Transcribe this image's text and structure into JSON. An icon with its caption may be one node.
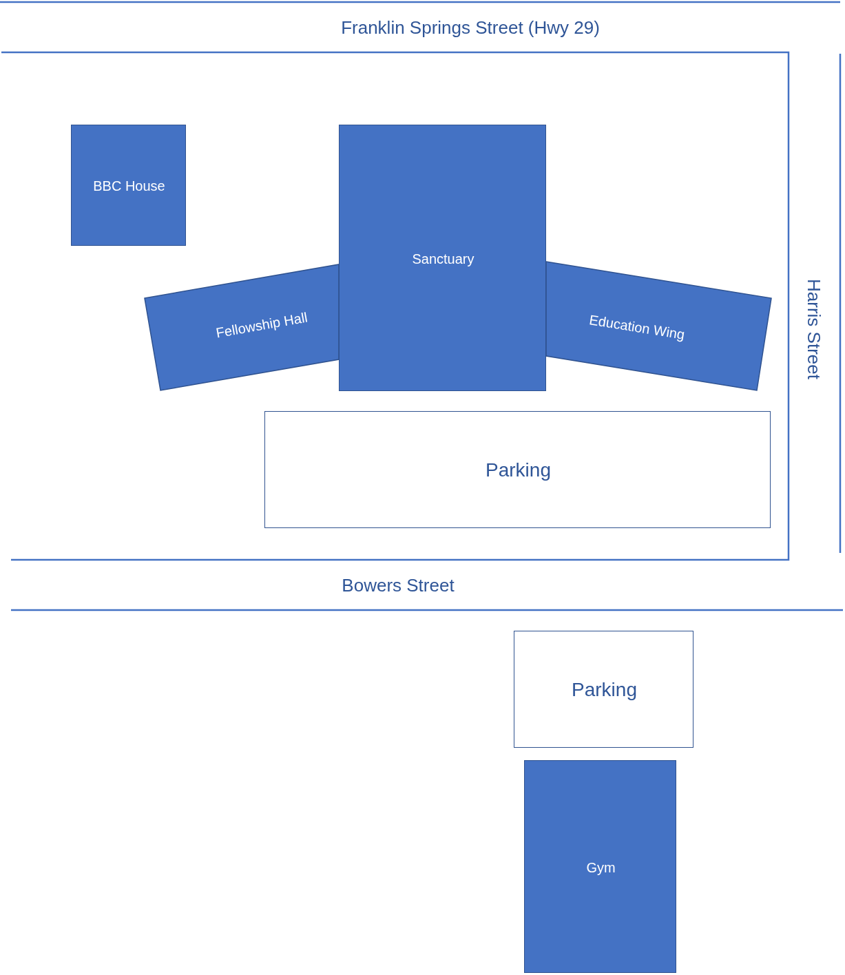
{
  "diagram": {
    "nodes": [
      {
        "text": [
          "BBC House"
        ]
      },
      {
        "text": [
          "Sanctuary"
        ]
      },
      {
        "text": [
          "Fellowship Hall"
        ]
      },
      {
        "text": [
          "Education Wing"
        ]
      },
      {
        "text": [
          "Parking"
        ]
      },
      {
        "text": [
          "Parking"
        ]
      },
      {
        "text": [
          "Gym"
        ]
      }
    ],
    "edges": [],
    "labels": [
      "Franklin Springs Street (Hwy 29)",
      "Harris Street",
      "Bowers Street"
    ]
  }
}
